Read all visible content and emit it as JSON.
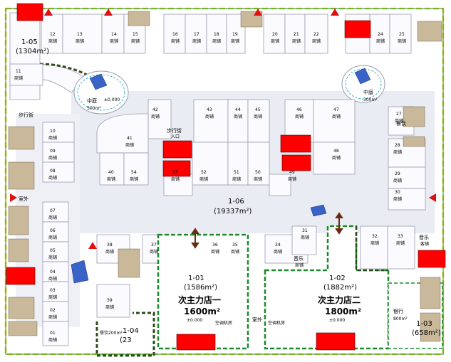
{
  "colors": {
    "wall_green": "#1b8a2a",
    "wall_dark": "#2f4a1f",
    "shop_line": "#9a9ab0",
    "corridor": "#c8ccd8",
    "red_block": "#ff0000",
    "cyan": "#0aa7c8",
    "yellow": "#e8d21a"
  },
  "shop_label": "商铺",
  "zones": {
    "z105": {
      "code": "1-05",
      "area": "(1304m²)"
    },
    "z106": {
      "code": "1-06",
      "area": "(19337m²)"
    },
    "z101": {
      "code": "1-01",
      "area": "(1586m²)",
      "name": "次主力店一",
      "size": "1600m²",
      "level": "±0.000"
    },
    "z102": {
      "code": "1-02",
      "area": "(1882m²)",
      "name": "次主力店二",
      "size": "1800m²",
      "level": "±0.000"
    },
    "z103": {
      "code": "1-03",
      "area": "(658m²)",
      "bank": "银行",
      "bank_size": "800m²"
    },
    "z104": {
      "code": "1-04",
      "area": "(23"
    }
  },
  "courts": {
    "left": {
      "label": "中庭",
      "size": "500m²",
      "level": "±0.000"
    },
    "right": {
      "label": "中庭",
      "size": "300m²"
    }
  },
  "special": {
    "dining": "餐饮",
    "walkway": "步行街",
    "walkway_sub": "入口",
    "music_left": "音乐",
    "music_left_sub": "商铺",
    "music_right": "音乐",
    "music_right_sub": "客铺",
    "outdoor": "室外",
    "outdoor2": "室外",
    "ac_room": "空调机房",
    "ac_room2": "空调机房",
    "dining_room": "餐饮200m²"
  },
  "shops": [
    {
      "id": "12",
      "label": "12"
    },
    {
      "id": "13",
      "label": "13"
    },
    {
      "id": "14",
      "label": "14"
    },
    {
      "id": "15",
      "label": "15"
    },
    {
      "id": "16",
      "label": "16"
    },
    {
      "id": "17",
      "label": "17"
    },
    {
      "id": "18",
      "label": "18"
    },
    {
      "id": "19",
      "label": "19"
    },
    {
      "id": "20",
      "label": "20"
    },
    {
      "id": "21",
      "label": "21"
    },
    {
      "id": "22",
      "label": "22"
    },
    {
      "id": "24",
      "label": "24"
    },
    {
      "id": "25",
      "label": "25"
    },
    {
      "id": "11",
      "label": "11"
    },
    {
      "id": "42",
      "label": "42"
    },
    {
      "id": "43",
      "label": "43"
    },
    {
      "id": "44",
      "label": "44"
    },
    {
      "id": "45",
      "label": "45"
    },
    {
      "id": "46",
      "label": "46"
    },
    {
      "id": "47",
      "label": "47"
    },
    {
      "id": "41",
      "label": "41"
    },
    {
      "id": "48",
      "label": "48"
    },
    {
      "id": "40",
      "label": "40"
    },
    {
      "id": "54",
      "label": "54"
    },
    {
      "id": "53",
      "label": "53"
    },
    {
      "id": "52",
      "label": "52"
    },
    {
      "id": "51",
      "label": "51"
    },
    {
      "id": "50",
      "label": "50"
    },
    {
      "id": "49",
      "label": "49"
    },
    {
      "id": "27",
      "label": "27"
    },
    {
      "id": "28",
      "label": "28"
    },
    {
      "id": "29",
      "label": "29"
    },
    {
      "id": "30",
      "label": "30"
    },
    {
      "id": "10",
      "label": "10"
    },
    {
      "id": "09",
      "label": "09"
    },
    {
      "id": "08",
      "label": "08"
    },
    {
      "id": "07",
      "label": "07"
    },
    {
      "id": "06",
      "label": "06"
    },
    {
      "id": "05",
      "label": "05"
    },
    {
      "id": "04",
      "label": "04"
    },
    {
      "id": "03",
      "label": "03"
    },
    {
      "id": "02",
      "label": "02"
    },
    {
      "id": "01",
      "label": "01"
    },
    {
      "id": "38",
      "label": "38"
    },
    {
      "id": "37",
      "label": "37"
    },
    {
      "id": "36",
      "label": "36"
    },
    {
      "id": "35",
      "label": "35"
    },
    {
      "id": "34",
      "label": "34"
    },
    {
      "id": "39",
      "label": "39"
    },
    {
      "id": "31",
      "label": "31"
    },
    {
      "id": "32",
      "label": "32"
    },
    {
      "id": "33",
      "label": "33"
    }
  ]
}
